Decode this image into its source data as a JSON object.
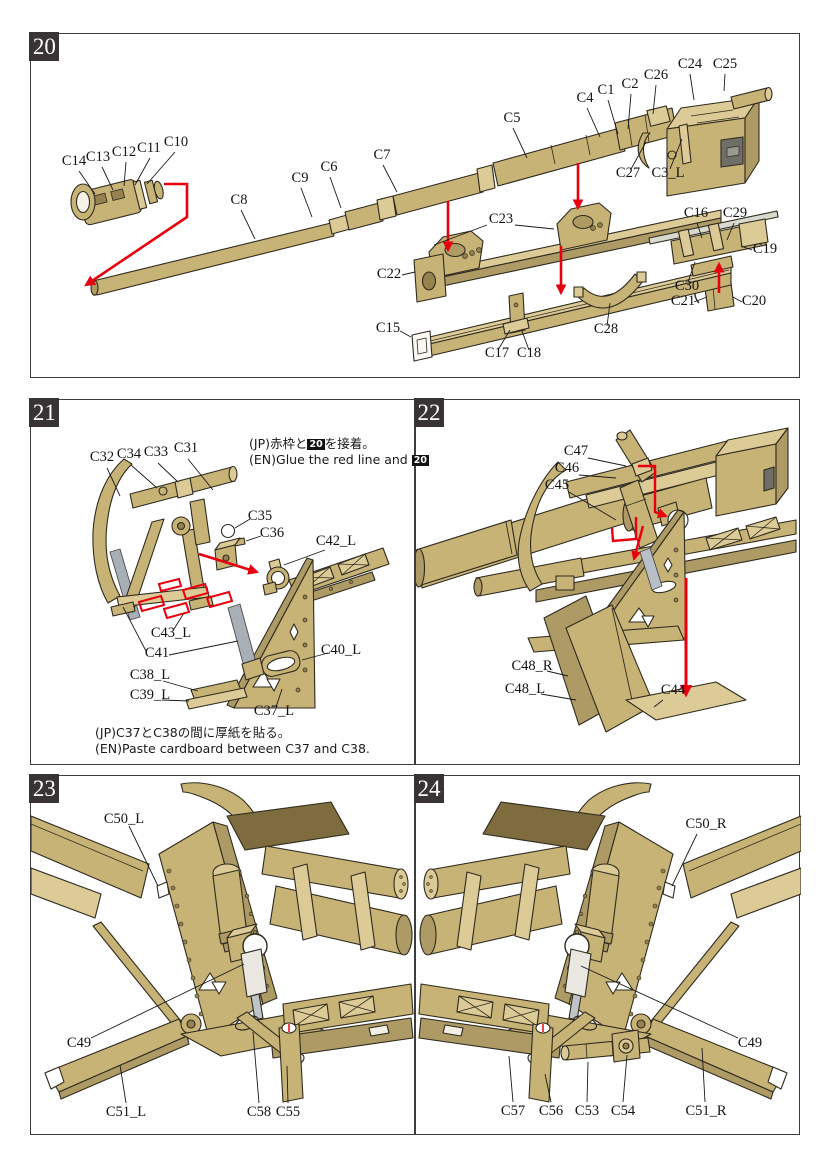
{
  "document": {
    "title": "Model kit assembly instructions, steps 20-24"
  },
  "colors": {
    "part_tan": "#C8B377",
    "part_tan_light": "#DCCB97",
    "part_tan_dark": "#AE9A65",
    "part_tan_deep": "#96824F",
    "outline": "#2E2A1E",
    "annotation_red": "#E8000F",
    "metal_gray": "#A9AFB7",
    "panel_border": "#3D3D3D",
    "step_box_bg": "#383334",
    "step_box_text": "#FFFFFF"
  },
  "panels": {
    "p20": {
      "step": "20",
      "labels": [
        {
          "text": "C14"
        },
        {
          "text": "C13"
        },
        {
          "text": "C12"
        },
        {
          "text": "C11"
        },
        {
          "text": "C10"
        },
        {
          "text": "C8"
        },
        {
          "text": "C9"
        },
        {
          "text": "C6"
        },
        {
          "text": "C7"
        },
        {
          "text": "C5"
        },
        {
          "text": "C4"
        },
        {
          "text": "C1"
        },
        {
          "text": "C2"
        },
        {
          "text": "C26"
        },
        {
          "text": "C24"
        },
        {
          "text": "C25"
        },
        {
          "text": "C27"
        },
        {
          "text": "C3_L"
        },
        {
          "text": "C23"
        },
        {
          "text": "C22"
        },
        {
          "text": "C16"
        },
        {
          "text": "C29"
        },
        {
          "text": "C19"
        },
        {
          "text": "C30"
        },
        {
          "text": "C21"
        },
        {
          "text": "C20"
        },
        {
          "text": "C15"
        },
        {
          "text": "C17"
        },
        {
          "text": "C18"
        },
        {
          "text": "C28"
        }
      ]
    },
    "p21": {
      "step": "21",
      "labels": [
        {
          "text": "C32"
        },
        {
          "text": "C34"
        },
        {
          "text": "C33"
        },
        {
          "text": "C31"
        },
        {
          "text": "C35"
        },
        {
          "text": "C36"
        },
        {
          "text": "C42_L"
        },
        {
          "text": "C43_L"
        },
        {
          "text": "C41"
        },
        {
          "text": "C38_L"
        },
        {
          "text": "C39_L"
        },
        {
          "text": "C40_L"
        },
        {
          "text": "C37_L"
        }
      ],
      "note_top": {
        "jp_prefix": "(JP)赤枠と",
        "badge": "20",
        "jp_suffix": "を接着。",
        "en_prefix": "(EN)Glue the red line and "
      },
      "note_bottom": {
        "jp": "(JP)C37とC38の間に厚紙を貼る。",
        "en": "(EN)Paste cardboard between C37 and C38."
      }
    },
    "p22": {
      "step": "22",
      "labels": [
        {
          "text": "C47"
        },
        {
          "text": "C46"
        },
        {
          "text": "C45"
        },
        {
          "text": "C48_R"
        },
        {
          "text": "C48_L"
        },
        {
          "text": "C44"
        }
      ]
    },
    "p23": {
      "step": "23",
      "labels": [
        {
          "text": "C50_L"
        },
        {
          "text": "C49"
        },
        {
          "text": "C51_L"
        },
        {
          "text": "C58"
        },
        {
          "text": "C55"
        }
      ]
    },
    "p24": {
      "step": "24",
      "labels": [
        {
          "text": "C50_R"
        },
        {
          "text": "C49"
        },
        {
          "text": "C57"
        },
        {
          "text": "C56"
        },
        {
          "text": "C53"
        },
        {
          "text": "C54"
        },
        {
          "text": "C51_R"
        }
      ]
    }
  }
}
